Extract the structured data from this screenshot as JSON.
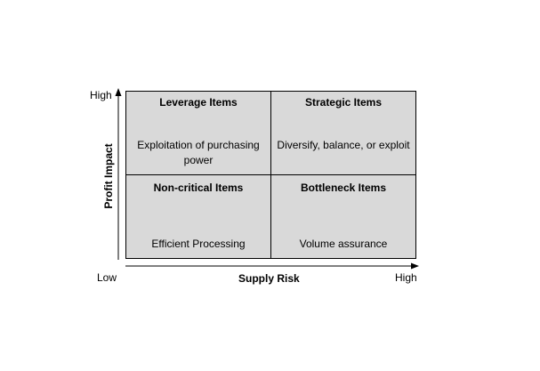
{
  "quadrants": {
    "top_left": {
      "title": "Leverage Items",
      "description": "Exploitation of purchasing power"
    },
    "top_right": {
      "title": "Strategic Items",
      "description": "Diversify, balance, or exploit"
    },
    "bottom_left": {
      "title": "Non-critical Items",
      "description": "Efficient Processing"
    },
    "bottom_right": {
      "title": "Bottleneck Items",
      "description": "Volume assurance"
    }
  },
  "axes": {
    "x_title": "Supply Risk",
    "y_title": "Profit Impact",
    "low_label": "Low",
    "high_x_label": "High",
    "high_y_label": "High"
  },
  "colors": {
    "quadrant_fill": "#d9d9d9",
    "lines": "#000000"
  }
}
